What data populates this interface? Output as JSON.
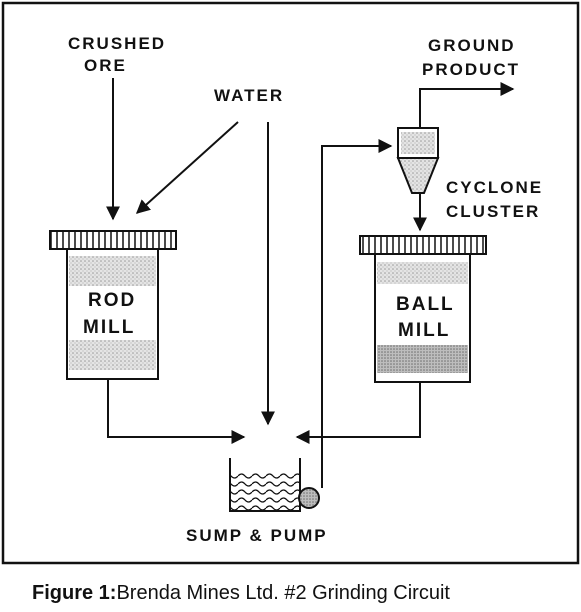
{
  "labels": {
    "crushed_ore_1": "CRUSHED",
    "crushed_ore_2": "ORE",
    "water": "WATER",
    "ground_product_1": "GROUND",
    "ground_product_2": "PRODUCT",
    "cyclone_1": "CYCLONE",
    "cyclone_2": "CLUSTER",
    "rod_mill_1": "ROD",
    "rod_mill_2": "MILL",
    "ball_mill_1": "BALL",
    "ball_mill_2": "MILL",
    "sump_pump": "SUMP & PUMP"
  },
  "caption": {
    "prefix": "Figure 1:",
    "text": "Brenda Mines Ltd. #2 Grinding Circuit"
  },
  "colors": {
    "ink": "#111111",
    "stipple": "#d7d7d7"
  }
}
